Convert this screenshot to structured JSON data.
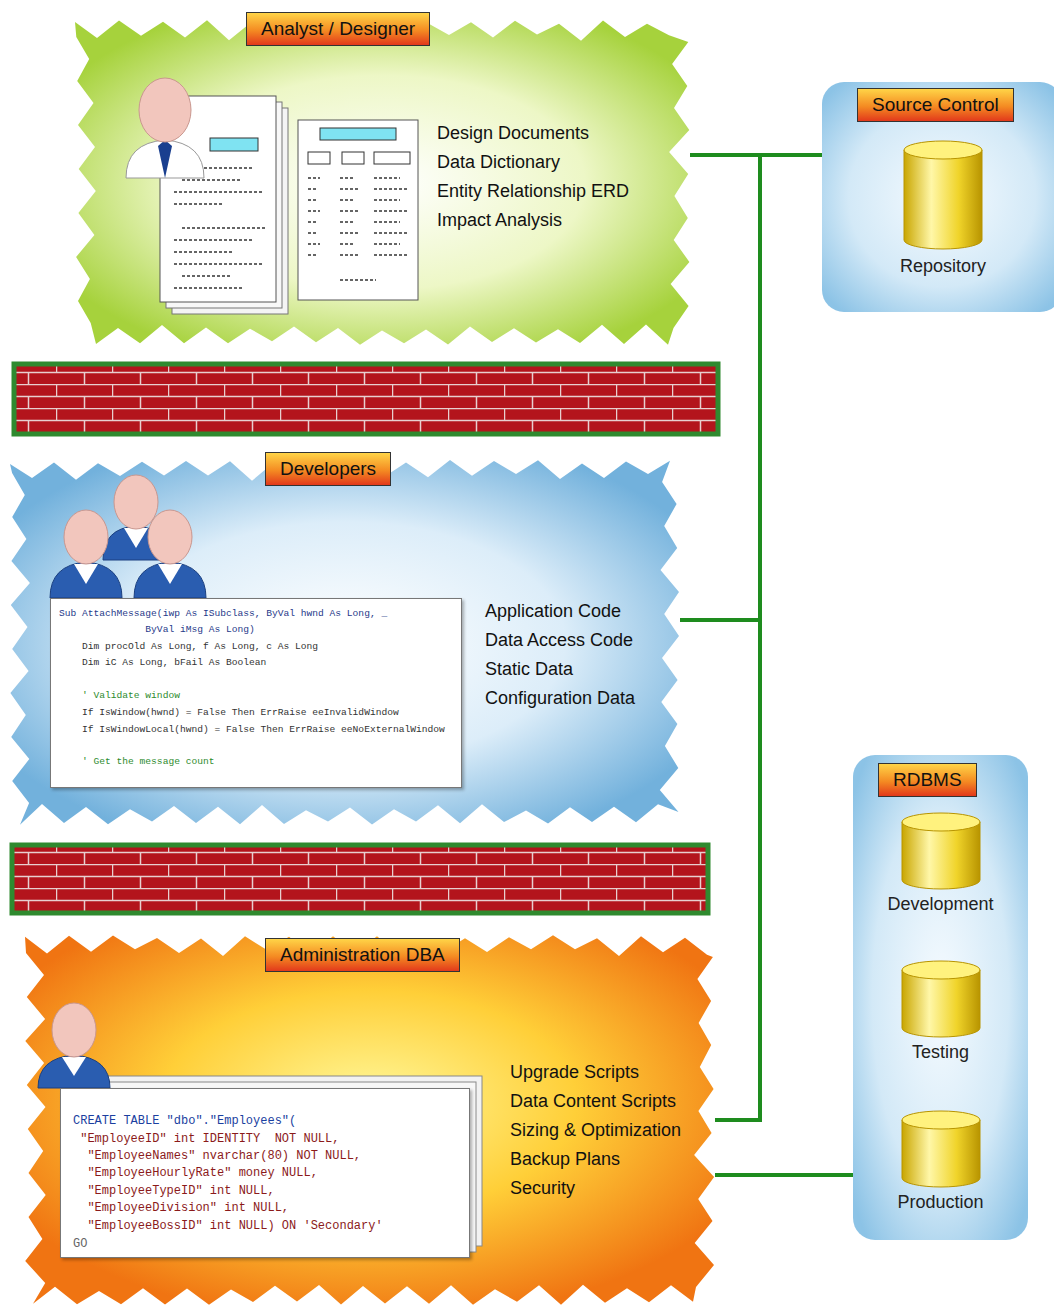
{
  "diagram": {
    "nodes": [
      {
        "text": [
          "Analyst / Designer",
          "Design Documents",
          "Data Dictionary",
          "Entity Relationship ERD",
          "Impact Analysis"
        ]
      },
      {
        "text": [
          "Developers",
          "Application Code",
          "Data Access Code",
          "Static Data",
          "Configuration Data"
        ]
      },
      {
        "text": [
          "Sub AttachMessage(iwp As ISubclass, ByVal hwnd As Long, _",
          "               ByVal iMsg As Long)",
          "    Dim procOld As Long, f As Long, c As Long",
          "    Dim iC As Long, bFail As Boolean",
          "    ' Validate window",
          "    If IsWindow(hwnd) = False Then ErrRaise eeInvalidWindow",
          "    If IsWindowLocal(hwnd) = False Then ErrRaise eeNoExternalWindow",
          "    ' Get the message count"
        ],
        "in": 1
      },
      {
        "text": [
          "Administration DBA",
          "Upgrade Scripts",
          "Data Content Scripts",
          "Sizing & Optimization",
          "Backup Plans",
          "Security"
        ]
      },
      {
        "text": [
          "CREATE TABLE \"dbo\".\"Employees\"(",
          " \"EmployeeID\" int IDENTITY  NOT NULL,",
          "  \"EmployeeNames\" nvarchar(80) NOT NULL,",
          "  \"EmployeeHourlyRate\" money NULL,",
          "  \"EmployeeTypeID\" int NULL,",
          "  \"EmployeeDivision\" int NULL,",
          "  \"EmployeeBossID\" int NULL) ON 'Secondary'",
          "GO"
        ],
        "in": 3
      },
      {
        "text": [
          "Source Control"
        ]
      },
      {
        "text": [
          "Repository"
        ],
        "in": 5
      },
      {
        "text": [
          "RDBMS"
        ]
      },
      {
        "text": [
          "Development"
        ],
        "in": 7
      },
      {
        "text": [
          "Testing"
        ],
        "in": 7
      },
      {
        "text": [
          "Production"
        ],
        "in": 7
      }
    ],
    "edges": [
      {
        "from": 0,
        "to": 5,
        "arrow": "none"
      },
      {
        "from": 1,
        "to": 5,
        "arrow": "none"
      },
      {
        "from": 3,
        "to": 5,
        "arrow": "none"
      },
      {
        "from": 3,
        "to": 7,
        "arrow": "none"
      }
    ]
  }
}
